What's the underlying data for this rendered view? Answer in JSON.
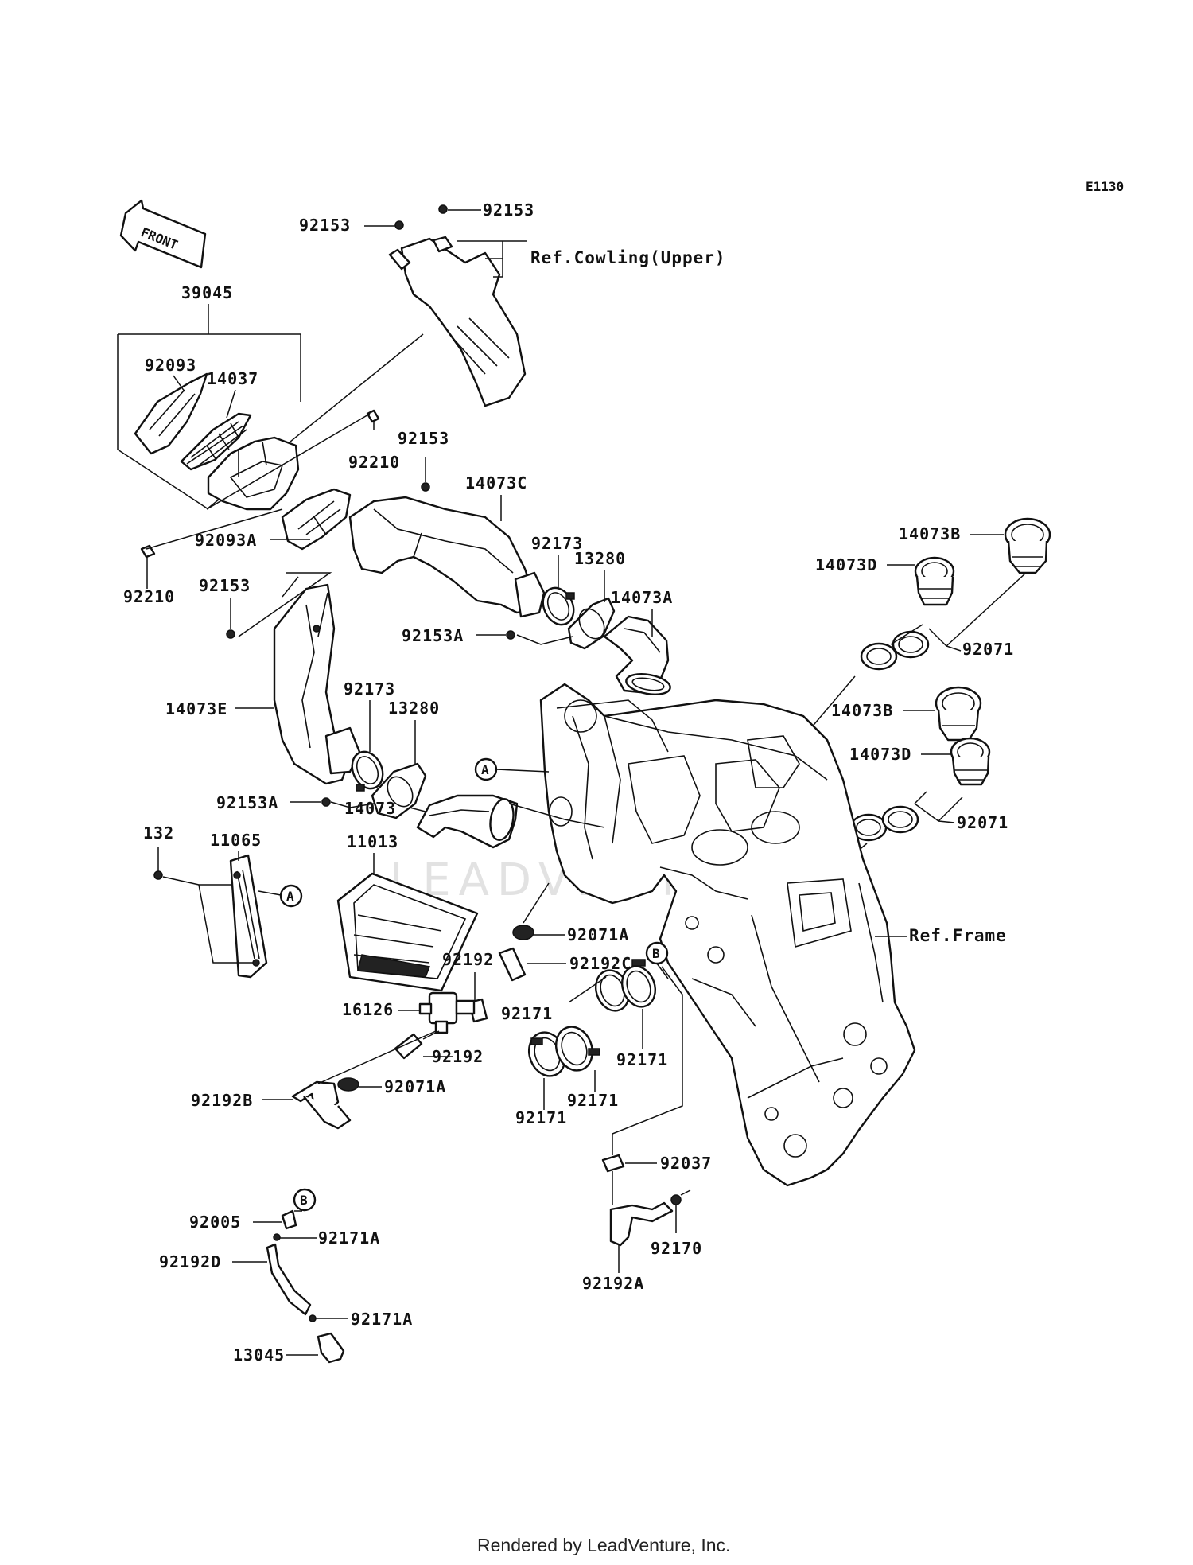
{
  "diagram": {
    "code": "E1130",
    "front_label": "FRONT",
    "watermark": "LEADVENTURE",
    "footer": "Rendered by LeadVenture, Inc.",
    "references": {
      "cowling": "Ref.Cowling(Upper)",
      "frame": "Ref.Frame"
    },
    "markers": {
      "a": "A",
      "b": "B"
    },
    "parts": {
      "p92153_t1": "92153",
      "p92153_t2": "92153",
      "p39045": "39045",
      "p92093": "92093",
      "p14037": "14037",
      "p92153_m": "92153",
      "p92210_a": "92210",
      "p14073C": "14073C",
      "p92093A": "92093A",
      "p92173_a": "92173",
      "p13280_a": "13280",
      "p14073A": "14073A",
      "p92210_b": "92210",
      "p92153_l": "92153",
      "p92153A_a": "92153A",
      "p14073E": "14073E",
      "p92173_b": "92173",
      "p13280_b": "13280",
      "p92153A_b": "92153A",
      "p14073": "14073",
      "p14073B_a": "14073B",
      "p14073D_a": "14073D",
      "p92071_a": "92071",
      "p14073B_b": "14073B",
      "p14073D_b": "14073D",
      "p92071_b": "92071",
      "p132": "132",
      "p11065": "11065",
      "p11013": "11013",
      "p92071A_a": "92071A",
      "p92192_a": "92192",
      "p92192C": "92192C",
      "p16126": "16126",
      "p92171_a": "92171",
      "p92171_b": "92171",
      "p92192_b": "92192",
      "p92192B": "92192B",
      "p92071A_b": "92071A",
      "p92171_c": "92171",
      "p92171_d": "92171",
      "p92037": "92037",
      "p92005": "92005",
      "p92171A_a": "92171A",
      "p92192D": "92192D",
      "p92171A_b": "92171A",
      "p13045": "13045",
      "p92170": "92170",
      "p92192A": "92192A"
    }
  }
}
